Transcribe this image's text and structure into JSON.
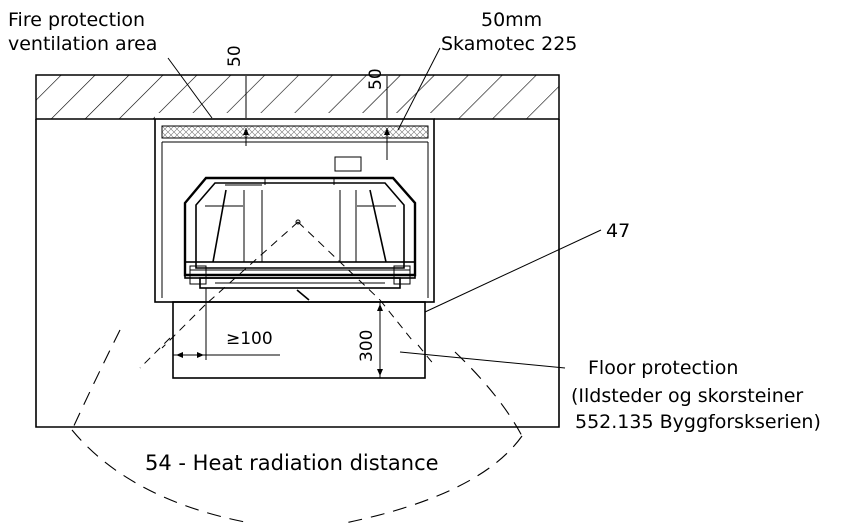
{
  "labels": {
    "fire_protection_line1": "Fire protection",
    "fire_protection_line2": "ventilation area",
    "skamotec_line1": "50mm",
    "skamotec_line2": "Skamotec 225",
    "dim_top_left": "50",
    "dim_top_right": "50",
    "item_47": "47",
    "dim_min_100": "≥100",
    "dim_300": "300",
    "floor_protection": "Floor protection",
    "floor_ref_line1": "(Ildsteder og skorsteiner",
    "floor_ref_line2": "552.135 Byggforskserien)",
    "heat_radiation": "54 - Heat radiation distance"
  }
}
